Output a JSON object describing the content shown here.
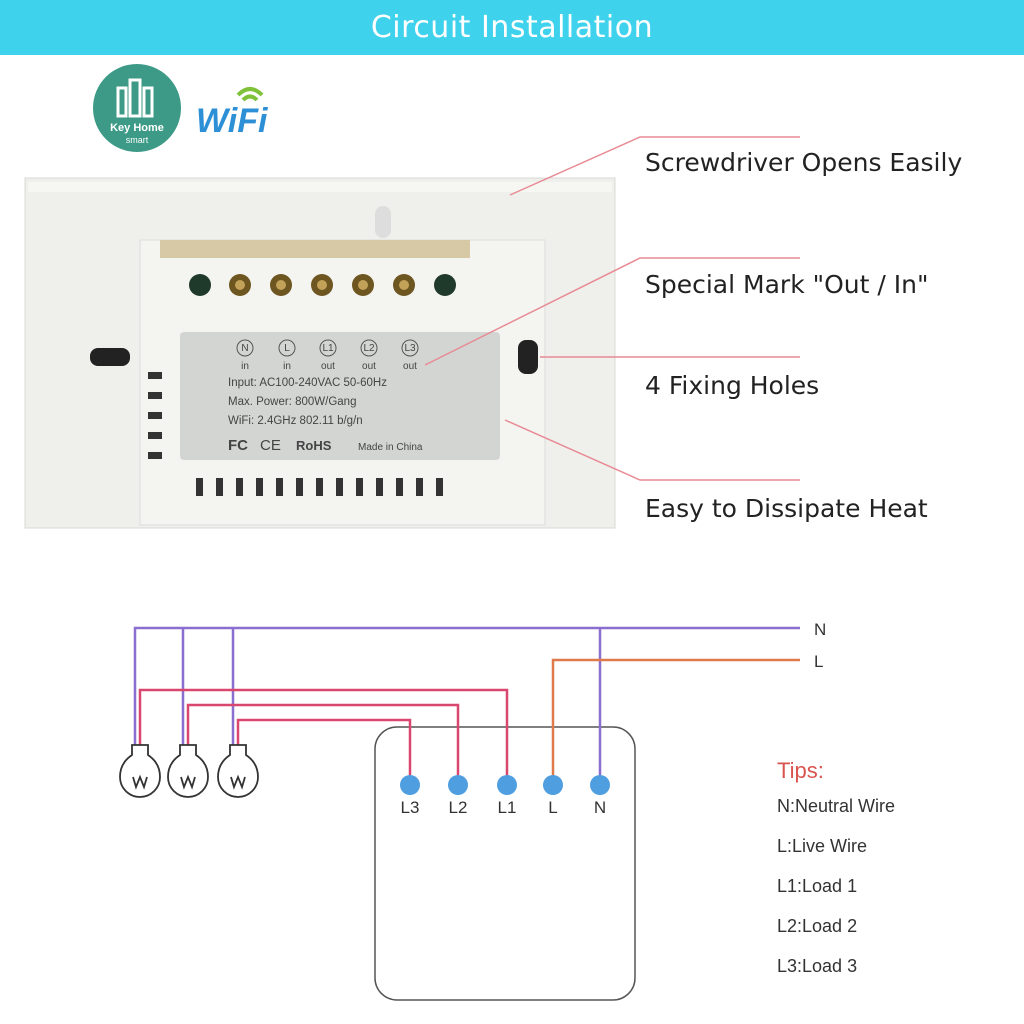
{
  "header": {
    "title": "Circuit Installation"
  },
  "brand": {
    "logo_text": "Key Home",
    "logo_sub": "smart",
    "wifi_logo": "WiFi"
  },
  "callouts": [
    "Screwdriver Opens Easily",
    "Special Mark \"Out / In\"",
    "4 Fixing Holes",
    "Easy to Dissipate Heat"
  ],
  "device_label": {
    "terminals": [
      {
        "sym": "N",
        "dir": "in"
      },
      {
        "sym": "L",
        "dir": "in"
      },
      {
        "sym": "L1",
        "dir": "out"
      },
      {
        "sym": "L2",
        "dir": "out"
      },
      {
        "sym": "L3",
        "dir": "out"
      }
    ],
    "input": "Input: AC100-240VAC 50-60Hz",
    "power": "Max. Power: 800W/Gang",
    "wifi": "WiFi: 2.4GHz 802.11 b/g/n",
    "certs": [
      "FC",
      "CE",
      "RoHS"
    ],
    "origin": "Made in China"
  },
  "wiring": {
    "lines": [
      "N",
      "L"
    ],
    "terminals": [
      "L3",
      "L2",
      "L1",
      "L",
      "N"
    ],
    "colors": {
      "neutral": "#8a6fd0",
      "live": "#e07a4a",
      "load": "#d9466e",
      "terminal": "#4f9fe0"
    }
  },
  "tips": {
    "title": "Tips:",
    "items": [
      "N:Neutral Wire",
      "L:Live Wire",
      "L1:Load 1",
      "L2:Load 2",
      "L3:Load 3"
    ]
  }
}
